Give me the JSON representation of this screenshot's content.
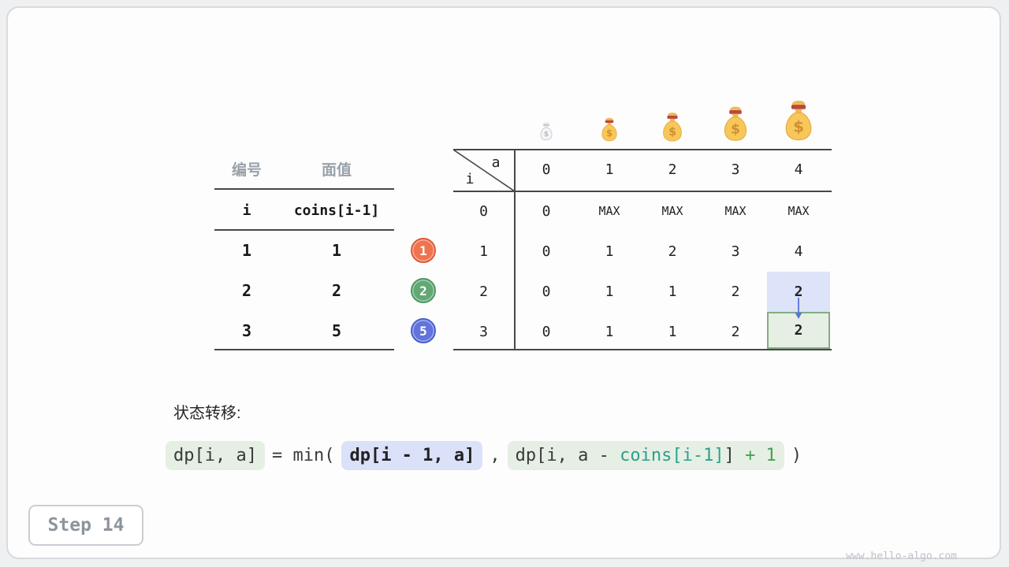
{
  "coin_table": {
    "headers": [
      "编号",
      "面值"
    ],
    "var_row": [
      "i",
      "coins[i-1]"
    ],
    "rows": [
      {
        "no": "1",
        "value": "1",
        "badge": "1"
      },
      {
        "no": "2",
        "value": "2",
        "badge": "2"
      },
      {
        "no": "3",
        "value": "5",
        "badge": "5"
      }
    ]
  },
  "dp_table": {
    "corner": {
      "top_label": "a",
      "left_label": "i"
    },
    "col_headers": [
      "0",
      "1",
      "2",
      "3",
      "4"
    ],
    "rows": [
      {
        "label": "0",
        "cells": [
          "0",
          "MAX",
          "MAX",
          "MAX",
          "MAX"
        ]
      },
      {
        "label": "1",
        "cells": [
          "0",
          "1",
          "2",
          "3",
          "4"
        ]
      },
      {
        "label": "2",
        "cells": [
          "0",
          "1",
          "1",
          "2",
          "2"
        ]
      },
      {
        "label": "3",
        "cells": [
          "0",
          "1",
          "1",
          "2",
          "2"
        ]
      }
    ],
    "highlight": {
      "source": {
        "i": "2",
        "a": "4",
        "value": "2"
      },
      "target": {
        "i": "3",
        "a": "4",
        "value": "2"
      }
    }
  },
  "transition": {
    "label": "状态转移:",
    "lhs": "dp[i, a]",
    "op": "= min(",
    "term1": "dp[i - 1, a]",
    "separator": ",",
    "term2_prefix": "dp[i, a - ",
    "term2_coins": "coins[i-1]",
    "term2_bracket": "] ",
    "term2_plus": "+ 1",
    "close_paren": ")"
  },
  "step": {
    "label": "Step 14"
  },
  "footer": {
    "text": "www.hello-algo.com"
  },
  "icons": {
    "money_bag": "money-bag-icon",
    "money_bag_empty": "money-bag-empty-icon",
    "coin_badge": "coin-badge",
    "arrow": "arrow-down-icon"
  },
  "colors": {
    "badge_orange": "#ee7450",
    "badge_green": "#62a873",
    "badge_blue": "#6274db",
    "highlight_blue_bg": "#dde3f8",
    "highlight_green_bg": "#e5efe3",
    "coins_teal": "#2f9e8f",
    "plus_green": "#4c9e52",
    "arrow_blue": "#5a74d9"
  }
}
